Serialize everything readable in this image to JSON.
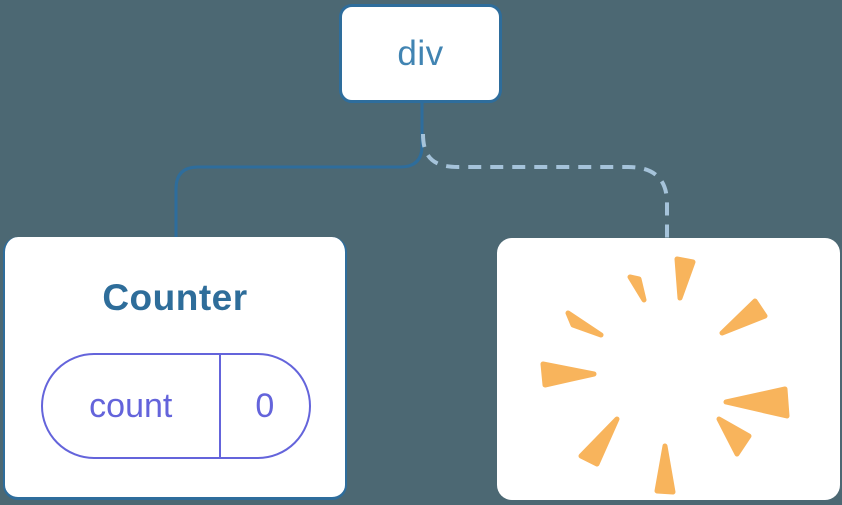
{
  "colors": {
    "background": "#4C6873",
    "node_background": "#FFFFFF",
    "node_border": "#2E6D9C",
    "connector_solid": "#2E6D9C",
    "connector_dashed": "#A5C3DA",
    "root_label_text": "#4184B2",
    "component_title_text": "#2E6D9A",
    "state_pill": "#6464DB",
    "poof_orange": "#F8B45C"
  },
  "tree": {
    "root": {
      "label": "div"
    },
    "children": [
      {
        "name": "counter-component",
        "title": "Counter",
        "state": {
          "key": "count",
          "value": "0"
        },
        "connector": "solid"
      },
      {
        "name": "removed-node",
        "icon": "poof-explosion-icon",
        "connector": "dashed"
      }
    ]
  }
}
